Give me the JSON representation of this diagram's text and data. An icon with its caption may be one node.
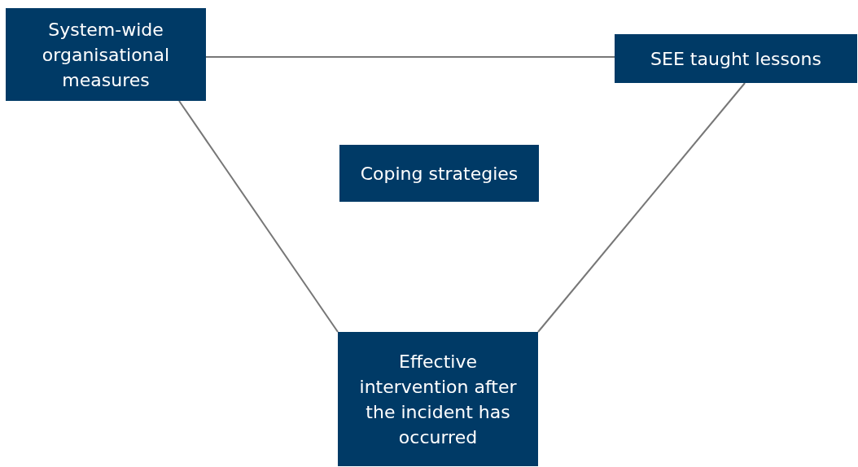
{
  "diagram": {
    "nodes": [
      {
        "text": [
          "System-wide organisational measures"
        ]
      },
      {
        "text": [
          "SEE taught lessons"
        ]
      },
      {
        "text": [
          "Coping strategies"
        ]
      },
      {
        "text": [
          "Effective intervention after the incident has occurred"
        ]
      }
    ],
    "edges": [
      {
        "from": 0,
        "to": 1,
        "arrow": "none"
      },
      {
        "from": 0,
        "to": 3,
        "arrow": "none"
      },
      {
        "from": 1,
        "to": 3,
        "arrow": "none"
      }
    ]
  }
}
